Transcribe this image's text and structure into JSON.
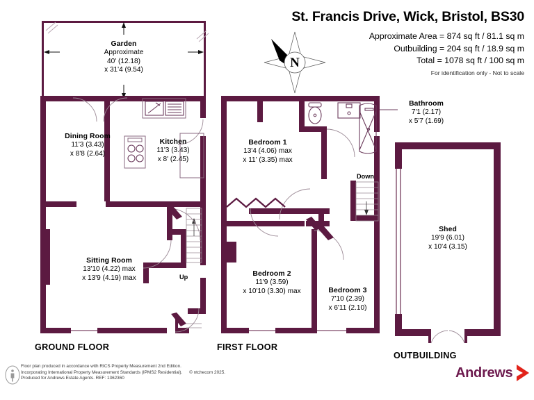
{
  "header": {
    "title": "St. Francis Drive, Wick, Bristol, BS30",
    "area_line_1": "Approximate Area = 874 sq ft / 81.1 sq m",
    "area_line_2": "Outbuilding = 204 sq ft / 18.9 sq m",
    "area_line_3": "Total = 1078 sq ft / 100 sq m",
    "disclaimer": "For identification only - Not to scale"
  },
  "compass": {
    "label": "N",
    "name": "north-arrow"
  },
  "floors": {
    "ground": "GROUND FLOOR",
    "first": "FIRST FLOOR",
    "outbuilding": "OUTBUILDING"
  },
  "rooms": {
    "garden": {
      "name": "Garden",
      "line1": "Approximate",
      "line2": "40' (12.18)",
      "line3": "x 31'4 (9.54)"
    },
    "dining_room": {
      "name": "Dining Room",
      "line1": "11'3 (3.43)",
      "line2": "x 8'8 (2.64)"
    },
    "kitchen": {
      "name": "Kitchen",
      "line1": "11'3 (3.43)",
      "line2": "x 8' (2.45)"
    },
    "sitting_room": {
      "name": "Sitting Room",
      "line1": "13'10 (4.22) max",
      "line2": "x 13'9 (4.19) max"
    },
    "bedroom_1": {
      "name": "Bedroom 1",
      "line1": "13'4 (4.06) max",
      "line2": "x 11' (3.35) max"
    },
    "bedroom_2": {
      "name": "Bedroom 2",
      "line1": "11'9 (3.59)",
      "line2": "x 10'10 (3.30) max"
    },
    "bedroom_3": {
      "name": "Bedroom 3",
      "line1": "7'10 (2.39)",
      "line2": "x 6'11 (2.10)"
    },
    "bathroom": {
      "name": "Bathroom",
      "line1": "7'1 (2.17)",
      "line2": "x 5'7 (1.69)"
    },
    "shed": {
      "name": "Shed",
      "line1": "19'9 (6.01)",
      "line2": "x 10'4 (3.15)"
    }
  },
  "stairs": {
    "up_label": "Up",
    "down_label": "Down"
  },
  "footer": {
    "line1": "Floor plan produced in accordance with RICS Property Measurement 2nd Edition.",
    "line2a": "Incorporating International Property Measurement Standards (IPMS2 Residential).",
    "line2b": "© ntchecom 2025.",
    "line3": "Produced for Andrews Estate Agents.    REF: 1362360"
  },
  "brand": {
    "name": "Andrews",
    "text_color": "#6d1a4e",
    "chevron_color": "#e2231a"
  },
  "colors": {
    "wall": "#5c1a41",
    "fixture_stroke": "#6b3b5c",
    "thin_wall": "#7a4a68",
    "background": "#ffffff"
  }
}
